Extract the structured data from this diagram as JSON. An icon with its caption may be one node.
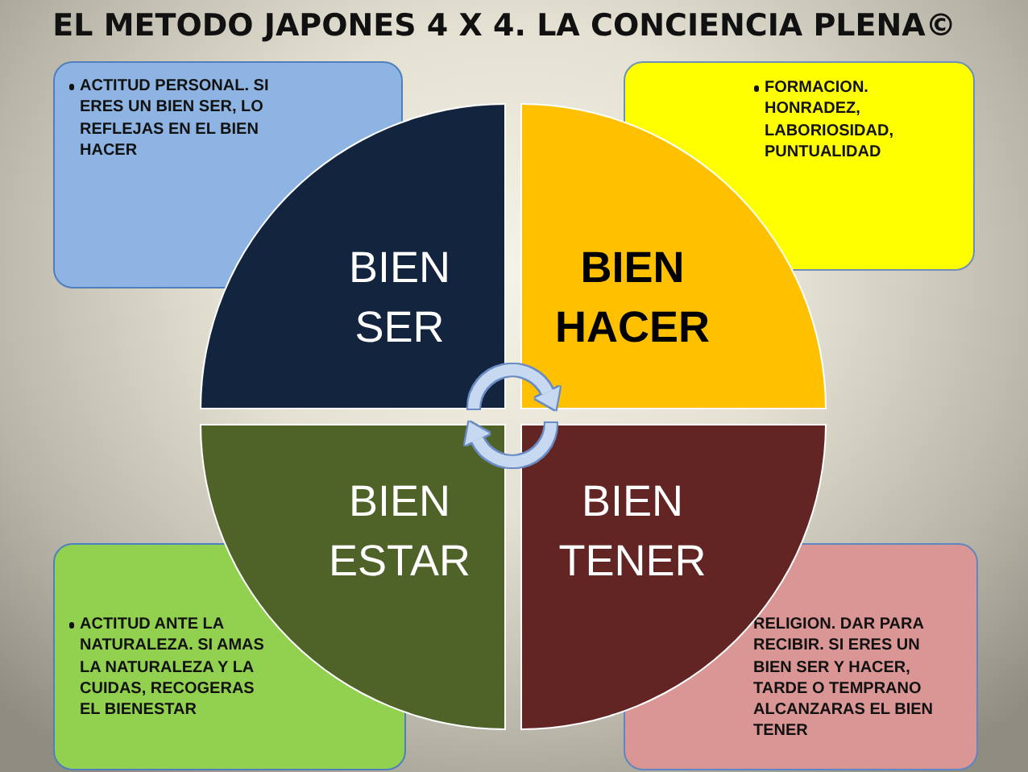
{
  "diagram": {
    "title": "EL METODO JAPONES 4 X 4. LA CONCIENCIA PLENA©",
    "nodes": [
      {
        "text": [
          "ACTITUD PERSONAL. SI ERES UN BIEN SER, LO REFLEJAS EN EL BIEN HACER"
        ]
      },
      {
        "text": [
          "FORMACION. HONRADEZ, LABORIOSIDAD, PUNTUALIDAD"
        ]
      },
      {
        "text": [
          "BIEN SER"
        ]
      },
      {
        "text": [
          "BIEN HACER"
        ]
      },
      {
        "text": [
          "BIEN ESTAR"
        ]
      },
      {
        "text": [
          "BIEN TENER"
        ]
      },
      {
        "text": [
          "ACTITUD ANTE LA NATURALEZA. SI AMAS LA NATURALEZA Y LA CUIDAS, RECOGERAS EL BIENESTAR"
        ]
      },
      {
        "text": [
          "RELIGION. DAR PARA RECIBIR. SI ERES UN BIEN SER Y HACER, TARDE O TEMPRANO ALCANZARAS EL BIEN TENER"
        ]
      }
    ],
    "edges": [
      {
        "from": 2,
        "to": 3,
        "arrow": "to"
      },
      {
        "from": 5,
        "to": 4,
        "arrow": "to"
      }
    ]
  }
}
